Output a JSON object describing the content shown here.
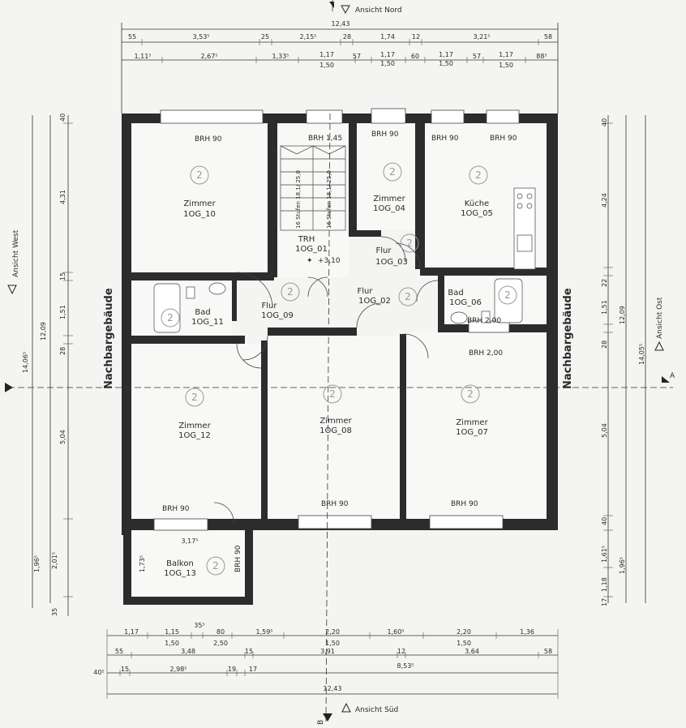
{
  "views": {
    "north": "Ansicht Nord",
    "south": "Ansicht Süd",
    "west": "Ansicht West",
    "east": "Ansicht Ost",
    "section_a": "A",
    "section_b": "B"
  },
  "neighbor_label": "Nachbargebäude",
  "level_marker": "2",
  "rooms": {
    "zimmer_10": {
      "name": "Zimmer",
      "id": "1OG_10",
      "brh": "BRH 90"
    },
    "trh_01": {
      "name": "TRH",
      "id": "1OG_01",
      "level": "+3,10",
      "brh": "BRH 1,45"
    },
    "stairs_left": "16 Stufen 18,1/ 25,0",
    "stairs_right": "16 Stufen 18,1/ 25,0",
    "zimmer_04": {
      "name": "Zimmer",
      "id": "1OG_04",
      "brh": "BRH 90"
    },
    "kueche_05": {
      "name": "Küche",
      "id": "1OG_05",
      "brh1": "BRH 90",
      "brh2": "BRH 90"
    },
    "flur_03": {
      "name": "Flur",
      "id": "1OG_03"
    },
    "bad_11": {
      "name": "Bad",
      "id": "1OG_11"
    },
    "flur_09": {
      "name": "Flur",
      "id": "1OG_09"
    },
    "flur_02": {
      "name": "Flur",
      "id": "1OG_02"
    },
    "bad_06": {
      "name": "Bad",
      "id": "1OG_06",
      "brh": "BRH 2,00"
    },
    "zimmer_12": {
      "name": "Zimmer",
      "id": "1OG_12",
      "brh": "BRH 90"
    },
    "zimmer_08": {
      "name": "Zimmer",
      "id": "1OG_08",
      "brh": "BRH 90"
    },
    "zimmer_07": {
      "name": "Zimmer",
      "id": "1OG_07",
      "brh_top": "BRH 2,00",
      "brh": "BRH 90"
    },
    "balkon_13": {
      "name": "Balkon",
      "id": "1OG_13",
      "brh": "BRH 90",
      "dim_w": "3,17⁵",
      "dim_h": "1,73⁵"
    }
  },
  "dims_top": {
    "total": "12,43",
    "row1": [
      "55",
      "3,53⁵",
      "25",
      "2,15⁵",
      "28",
      "1,74",
      "12",
      "3,21⁵",
      "58"
    ],
    "row2": [
      "1,11⁵",
      "2,67⁵",
      "1,33⁵",
      "1,17",
      "57",
      "1,17",
      "60",
      "1,17",
      "57",
      "1,17",
      "88⁵"
    ],
    "row2_sub": [
      "1,50",
      "1,50",
      "1,50",
      "1,50"
    ]
  },
  "dims_bottom": {
    "row1": [
      "1,17",
      "1,15",
      "35⁵",
      "80",
      "1,59⁵",
      "2,20",
      "1,60⁵",
      "2,20",
      "1,36"
    ],
    "row1_sub": [
      "1,50",
      "2,50",
      "1,50",
      "1,50"
    ],
    "row2": [
      "55",
      "3,48",
      "15",
      "3,91",
      "12",
      "3,64",
      "58"
    ],
    "row3": [
      "40⁵",
      "15",
      "2,98⁵",
      "19",
      "17",
      "8,53⁵"
    ],
    "total": "12,43"
  },
  "dims_left": {
    "outer": "14,06⁵",
    "mid": "12,09",
    "inner": [
      "40",
      "4,31",
      "15",
      "1,51",
      "28",
      "5,04",
      "2,01⁵",
      "35"
    ],
    "bottom": "1,96⁵"
  },
  "dims_right": {
    "outer": "14,05⁵",
    "mid": "12,09",
    "inner": [
      "40",
      "4,24",
      "22",
      "1,51",
      "28",
      "5,04",
      "40",
      "1,61⁵",
      "1,18",
      "17"
    ],
    "bottom": "1,96⁵"
  }
}
